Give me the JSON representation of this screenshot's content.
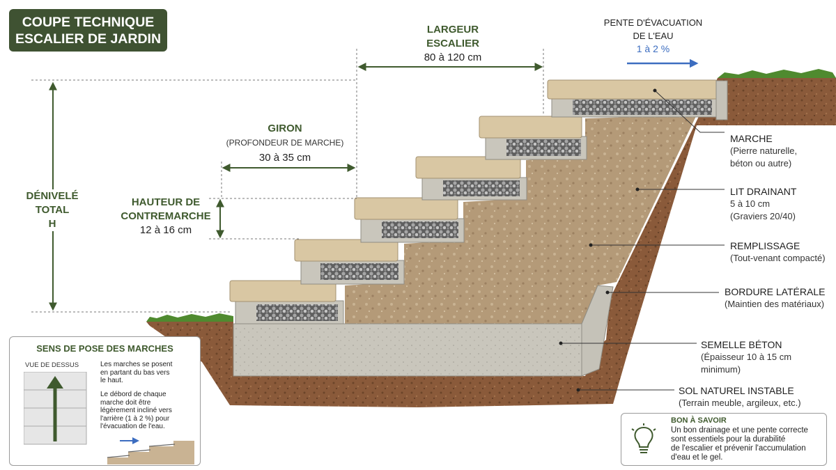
{
  "title": [
    "COUPE TECHNIQUE",
    "ESCALIER DE JARDIN"
  ],
  "dimensions": {
    "largeur": {
      "head": [
        "LARGEUR",
        "ESCALIER"
      ],
      "value": "80 à 120 cm"
    },
    "pente": {
      "head": [
        "PENTE D'ÉVACUATION",
        "DE L'EAU"
      ],
      "value": "1 à 2 %"
    },
    "giron": {
      "head": "GIRON",
      "sub": "(PROFONDEUR DE MARCHE)",
      "value": "30 à 35 cm"
    },
    "hauteur": {
      "head": [
        "HAUTEUR DE",
        "CONTREMARCHE"
      ],
      "value": "12 à 16 cm"
    },
    "denivele": {
      "head": [
        "DÉNIVELÉ",
        "TOTAL"
      ],
      "value": "H"
    }
  },
  "callouts": [
    {
      "head": "MARCHE",
      "sub": [
        "(Pierre naturelle,",
        "béton ou autre)"
      ]
    },
    {
      "head": "LIT DRAINANT",
      "sub": [
        "5 à 10 cm",
        "(Graviers 20/40)"
      ]
    },
    {
      "head": "REMPLISSAGE",
      "sub": [
        "(Tout-venant compacté)"
      ]
    },
    {
      "head": "BORDURE LATÉRALE",
      "sub": [
        "(Maintien des matériaux)"
      ]
    },
    {
      "head": "SEMELLE BÉTON",
      "sub": [
        "(Épaisseur 10 à 15 cm",
        "minimum)"
      ]
    },
    {
      "head": "SOL NATUREL INSTABLE",
      "sub": [
        "(Terrain meuble, argileux, etc.)"
      ]
    }
  ],
  "pose": {
    "title": "SENS DE POSE DES MARCHES",
    "top_label": "VUE DE DESSUS",
    "p1": [
      "Les marches se posent",
      "en partant du bas vers",
      "le haut."
    ],
    "p2": [
      "Le débord de chaque",
      "marche doit être",
      "légèrement incliné vers",
      "l'arrière (1 à 2 %) pour",
      "l'évacuation de l'eau."
    ]
  },
  "bon": {
    "title": "BON À SAVOIR",
    "text": [
      "Un bon drainage et une pente correcte",
      "sont essentiels pour la durabilité",
      "de l'escalier et prévenir l'accumulation",
      "d'eau et le gel."
    ]
  },
  "colors": {
    "accent_green": "#3f5a2e",
    "arrow_blue": "#3c6dc0",
    "stone": "#d9c7a3",
    "soil": "#8a5a3a",
    "fill": "#b49a78",
    "gravel": "#8d8d8d",
    "concrete": "#c9c6bc"
  }
}
